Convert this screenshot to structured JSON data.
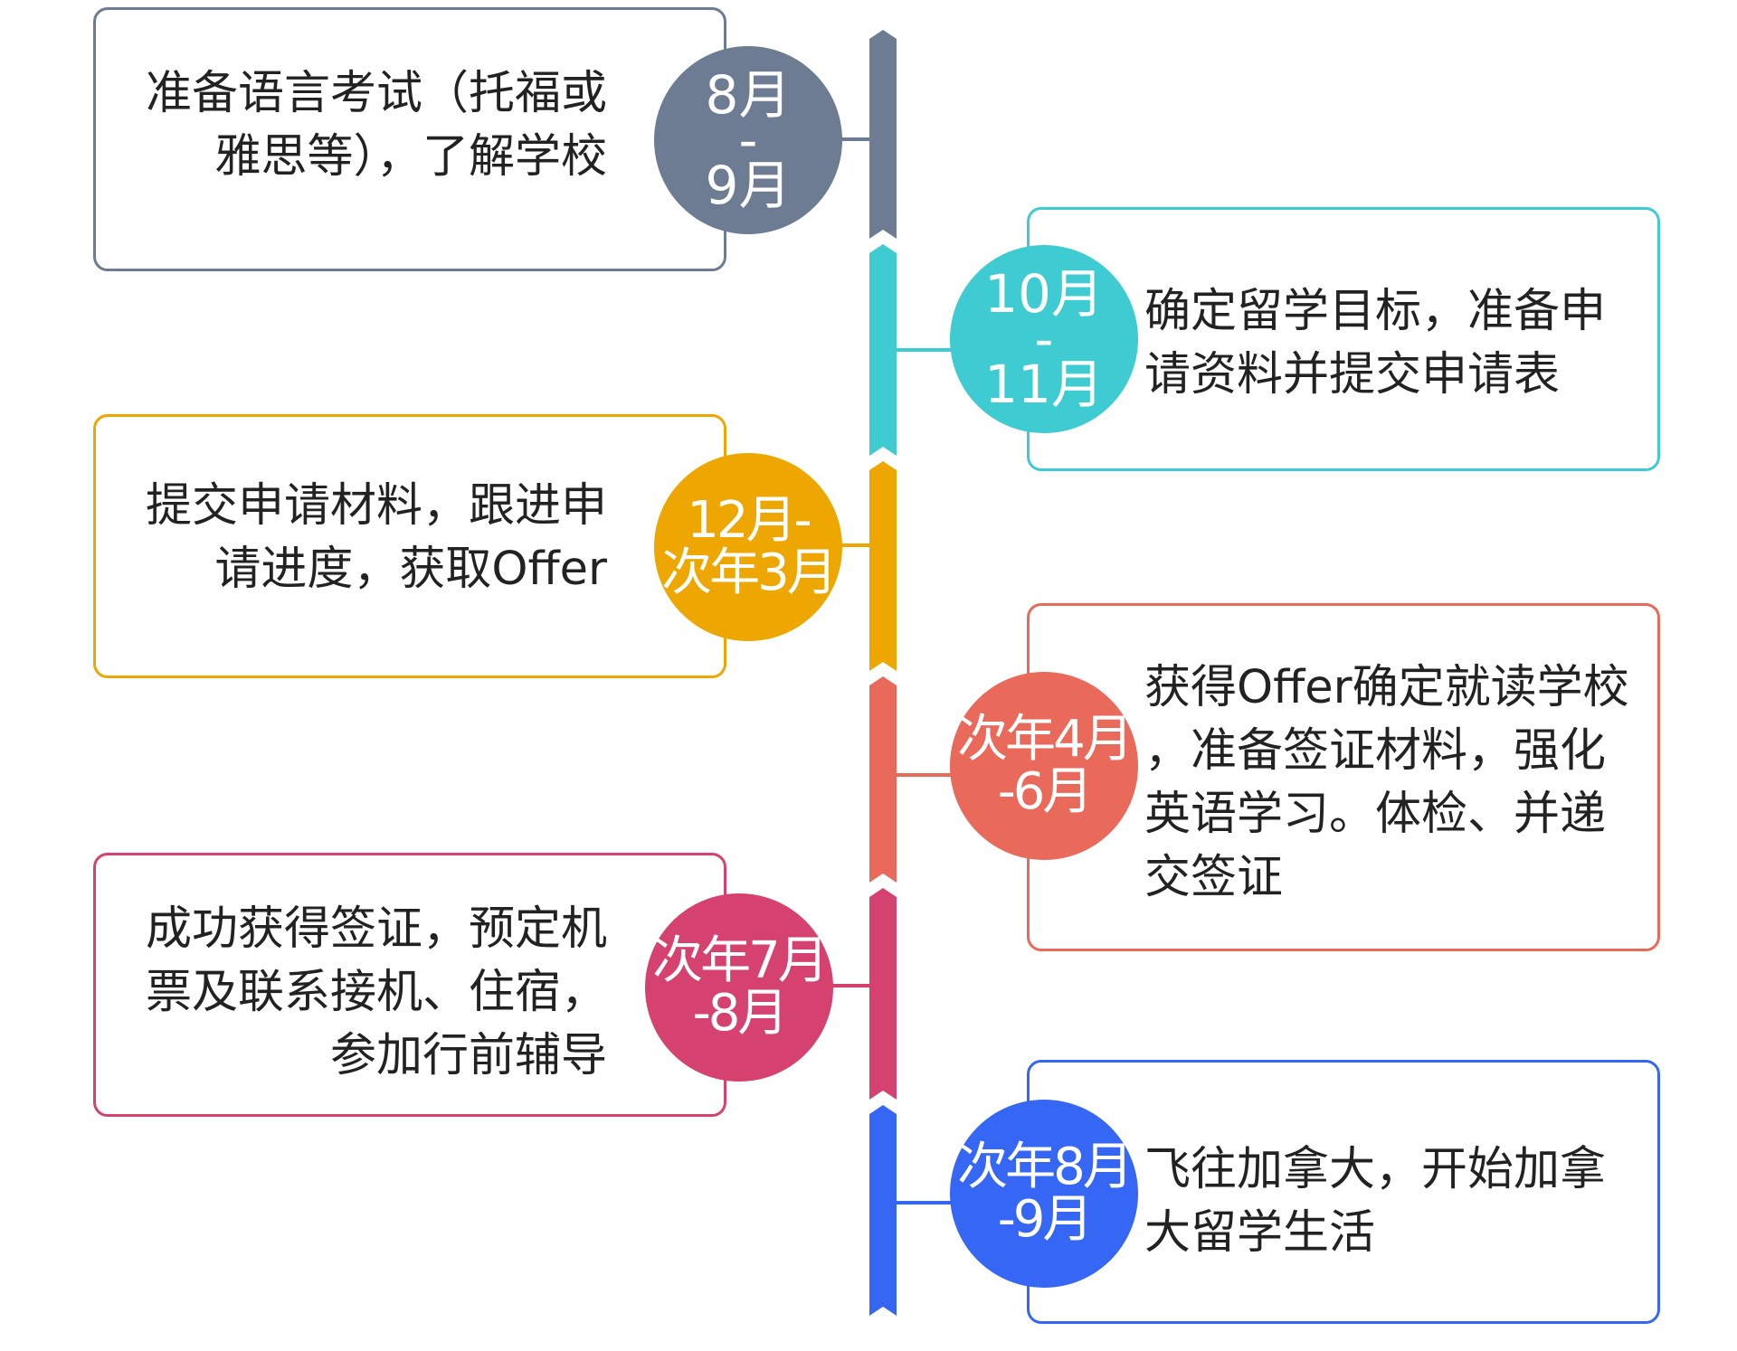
{
  "timeline": {
    "segment_colors": [
      "#6d7b93",
      "#3fcbd2",
      "#eda700",
      "#e9695a",
      "#d6426f",
      "#3566f4"
    ]
  },
  "steps": [
    {
      "period": "8月\n-\n9月",
      "text": "准备语言考试（托福或\n雅思等），了解学校",
      "color": "#6d7b93",
      "side": "left"
    },
    {
      "period": "10月\n-\n11月",
      "text": "确定留学目标，准备申\n请资料并提交申请表",
      "color": "#3fcbd2",
      "side": "right"
    },
    {
      "period": "12月-\n次年3月",
      "text": "提交申请材料，跟进申\n请进度，获取Offer",
      "color": "#eda700",
      "side": "left"
    },
    {
      "period": "次年4月\n-6月",
      "text": "获得Offer确定就读学校\n，准备签证材料，强化\n英语学习。体检、并递\n交签证",
      "color": "#e9695a",
      "side": "right"
    },
    {
      "period": "次年7月\n-8月",
      "text": "成功获得签证，预定机\n票及联系接机、住宿，\n参加行前辅导",
      "color": "#d6426f",
      "side": "left"
    },
    {
      "period": "次年8月\n-9月",
      "text": "飞往加拿大，开始加拿\n大留学生活",
      "color": "#3566f4",
      "side": "right"
    }
  ]
}
